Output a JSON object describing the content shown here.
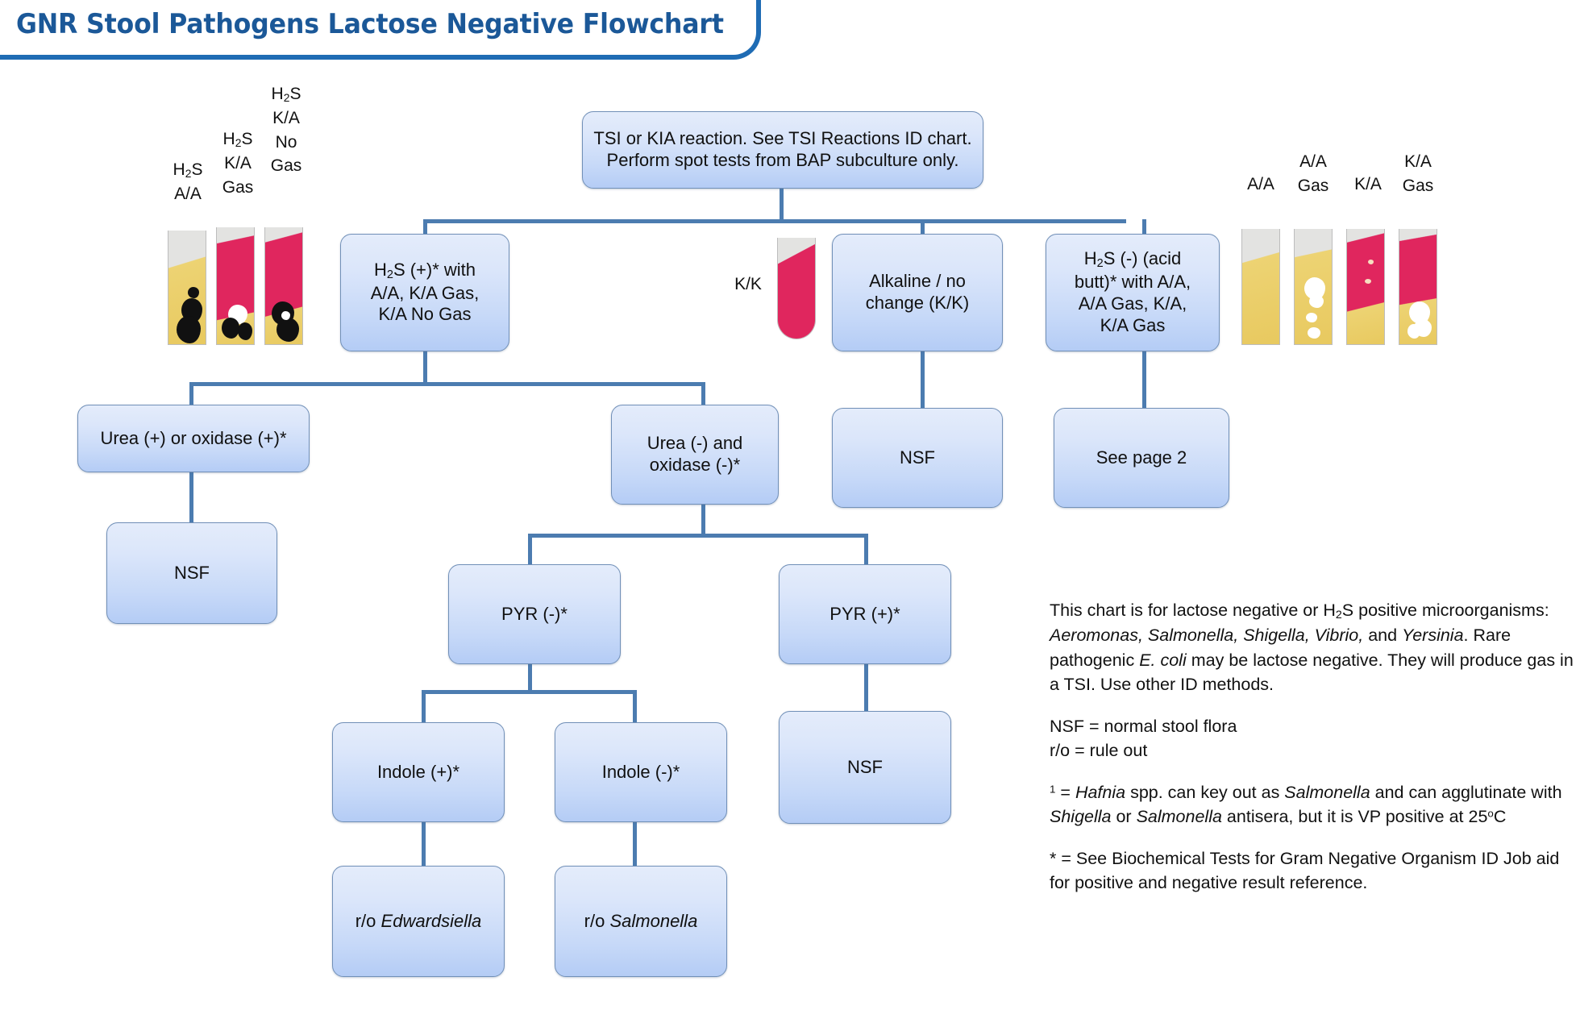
{
  "header": {
    "title": "GNR Stool Pathogens Lactose Negative Flowchart",
    "accent_color": "#1b5898",
    "banner_border_color": "#1f6cb4"
  },
  "palette": {
    "node_fill_top": "#e4ecfb",
    "node_fill_bottom": "#b4ccf5",
    "node_border": "#7190b8",
    "connector": "#4c7cb0",
    "tube_yellow": "#edd373",
    "tube_pink": "#e0265e",
    "tube_glass": "#e3e3e1",
    "tube_black_precipitate": "#101010",
    "tube_gas_bubble": "#ffffff"
  },
  "flowchart": {
    "nodes": [
      {
        "id": "tsi-root",
        "label": "TSI or KIA reaction. See TSI Reactions ID chart. Perform spot tests from BAP subculture only."
      },
      {
        "id": "h2s-positive",
        "label": "H2S (+)* with\nA/A, K/A Gas,\nK/A No Gas"
      },
      {
        "id": "alkaline-kk",
        "label": "Alkaline / no\nchange  (K/K)"
      },
      {
        "id": "h2s-negative",
        "label": "H2S (-) (acid\nbutt)* with A/A,\nA/A Gas, K/A,\nK/A Gas"
      },
      {
        "id": "urea-pos",
        "label": "Urea (+) or oxidase (+)*"
      },
      {
        "id": "urea-neg",
        "label": "Urea (-) and\noxidase (-)*"
      },
      {
        "id": "nsf-kk",
        "label": "NSF"
      },
      {
        "id": "see-page-2",
        "label": "See page 2"
      },
      {
        "id": "nsf-urea",
        "label": "NSF"
      },
      {
        "id": "pyr-neg",
        "label": "PYR (-)*"
      },
      {
        "id": "pyr-pos",
        "label": "PYR (+)*"
      },
      {
        "id": "nsf-pyr",
        "label": "NSF"
      },
      {
        "id": "indole-pos",
        "label": "Indole (+)*"
      },
      {
        "id": "indole-neg",
        "label": "Indole (-)*"
      },
      {
        "id": "ro-edwardsiella",
        "label": "r/o Edwardsiella",
        "italic_from": "r/o "
      },
      {
        "id": "ro-salmonella",
        "label": "r/o Salmonella",
        "italic_from": "r/o "
      }
    ]
  },
  "tubes": {
    "left_group": [
      {
        "id": "tube-h2s-aa",
        "label": "H2S\nA/A"
      },
      {
        "id": "tube-h2s-ka-gas",
        "label": "H2S\nK/A\nGas"
      },
      {
        "id": "tube-h2s-ka-no-gas",
        "label": "H2S\nK/A\nNo\nGas"
      }
    ],
    "center": {
      "id": "tube-kk",
      "label": "K/K"
    },
    "right_group": [
      {
        "id": "tube-aa",
        "label": "A/A"
      },
      {
        "id": "tube-aa-gas",
        "label": "A/A\nGas"
      },
      {
        "id": "tube-ka",
        "label": "K/A"
      },
      {
        "id": "tube-ka-gas",
        "label": "K/A\nGas"
      }
    ]
  },
  "legend": {
    "paragraph1_a": "This chart is for lactose negative or H",
    "paragraph1_sub": "2",
    "paragraph1_b": "S positive microorganisms: ",
    "paragraph1_organisms": "Aeromonas, Salmonella, Shigella, Vibrio,",
    "paragraph1_c": " and ",
    "paragraph1_yersinia": "Yersinia",
    "paragraph1_d": ". Rare pathogenic ",
    "paragraph1_ecoli": "E. coli",
    "paragraph1_e": " may be lactose negative. They will produce gas in a TSI. Use other ID methods.",
    "abbrev_nsf": "NSF = normal stool flora",
    "abbrev_ro": "r/o  = rule out",
    "footnote_marker": "1",
    "footnote_a": " = ",
    "footnote_hafnia": "Hafnia",
    "footnote_b": " spp. can key out as ",
    "footnote_salmonella": "Salmonella",
    "footnote_c": " and can agglutinate with ",
    "footnote_shigella": "Shigella",
    "footnote_d": " or ",
    "footnote_salmonella2": "Salmonella",
    "footnote_e": " antisera, but it is VP positive at 25",
    "footnote_deg": "o",
    "footnote_f": "C",
    "asterisk_note": "* = See Biochemical Tests for Gram Negative Organism ID Job aid for positive and negative result reference."
  }
}
